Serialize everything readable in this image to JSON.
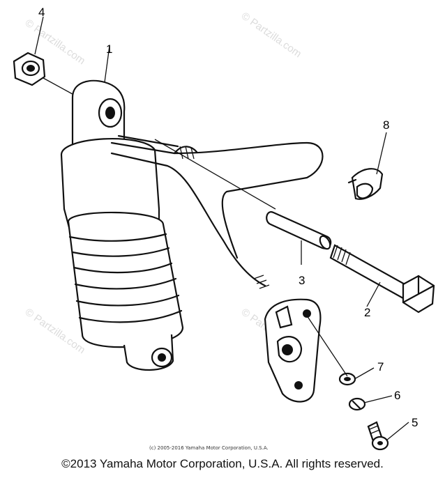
{
  "watermark": "© Partzilla.com",
  "callouts": {
    "c1": "1",
    "c2": "2",
    "c3": "3",
    "c4": "4",
    "c5": "5",
    "c6": "6",
    "c7": "7",
    "c8": "8"
  },
  "small_copyright": "(c) 2005-2016 Yamaha Motor Corporation, U.S.A.",
  "footer_copyright": "©2013 Yamaha Motor Corporation, U.S.A. All rights reserved."
}
